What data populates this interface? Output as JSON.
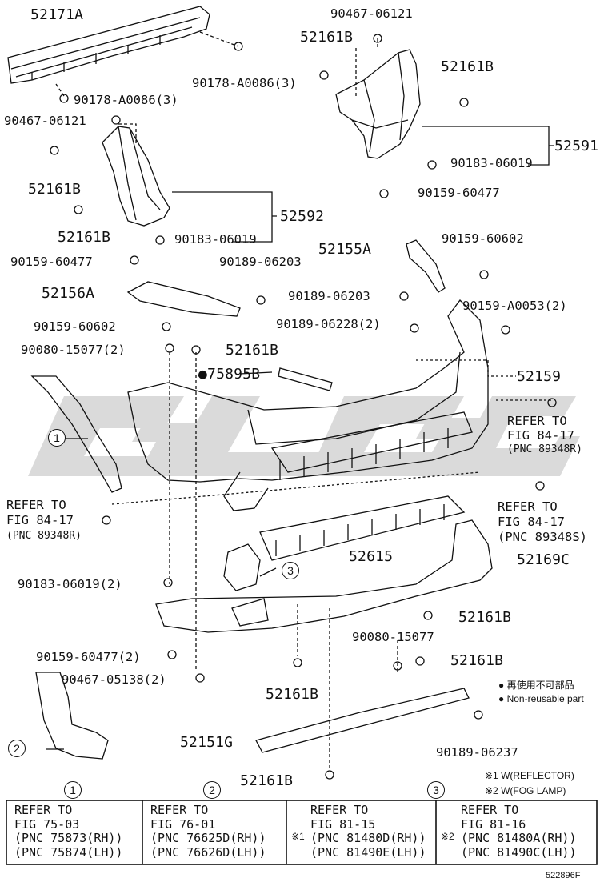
{
  "parts": {
    "p52171A": "52171A",
    "p90178_1": "90178-A0086(3)",
    "p90178_2": "90178-A0086(3)",
    "p90467_top": "90467-06121",
    "p90467_left": "90467-06121",
    "p52161B_a": "52161B",
    "p52161B_b": "52161B",
    "p52161B_c": "52161B",
    "p52161B_d": "52161B",
    "p52161B_e": "52161B",
    "p52161B_f": "52161B",
    "p52161B_g": "52161B",
    "p52161B_h": "52161B",
    "p52161B_i": "52161B",
    "p52591": "52591",
    "p90183_r": "90183-06019",
    "p90159_60477_r": "90159-60477",
    "p52592": "52592",
    "p90183_l": "90183-06019",
    "p90159_60477_l": "90159-60477",
    "p90189_06203_a": "90189-06203",
    "p52155A": "52155A",
    "p90159_60602_r": "90159-60602",
    "p52156A": "52156A",
    "p90189_06203_b": "90189-06203",
    "p90159_A0053": "90159-A0053(2)",
    "p90159_60602_l": "90159-60602",
    "p90189_06228": "90189-06228(2)",
    "p90080_15077_2": "90080-15077(2)",
    "p75895B": "75895B",
    "p52159": "52159",
    "p52615": "52615",
    "p52169C": "52169C",
    "p90183_06019_2": "90183-06019(2)",
    "p90159_60477_2": "90159-60477(2)",
    "p90467_05138": "90467-05138(2)",
    "p90080_15077": "90080-15077",
    "p52151G": "52151G",
    "p90189_06237": "90189-06237"
  },
  "refers": {
    "right1": [
      "REFER TO",
      "FIG 84-17",
      "(PNC 89348R)"
    ],
    "right2": [
      "REFER TO",
      "FIG 84-17",
      "(PNC 89348S)"
    ],
    "left": [
      "REFER TO",
      "FIG 84-17",
      "(PNC 89348R)"
    ]
  },
  "callouts": {
    "c1": "1",
    "c2": "2",
    "c3": "3"
  },
  "legend": {
    "reuse": "再使用不可部品",
    "nonreuse": "Non-reusable part",
    "note1": "※1 W(REFLECTOR)",
    "note2": "※2 W(FOG LAMP)",
    "bullet": "●"
  },
  "tables": [
    {
      "num": "1",
      "lines": [
        "REFER TO",
        "FIG 75-03",
        "(PNC 75873(RH))",
        "(PNC 75874(LH))"
      ],
      "mark": ""
    },
    {
      "num": "2",
      "lines": [
        "REFER TO",
        "FIG 76-01",
        "(PNC 76625D(RH))",
        "(PNC 76626D(LH))"
      ],
      "mark": ""
    },
    {
      "num": "",
      "lines": [
        "REFER TO",
        "FIG 81-15",
        "(PNC 81480D(RH))",
        "(PNC 81490E(LH))"
      ],
      "mark": "※1"
    },
    {
      "num": "3",
      "lines": [
        "REFER TO",
        "FIG 81-16",
        "(PNC 81480A(RH))",
        "(PNC 81490C(LH))"
      ],
      "mark": "※2"
    }
  ],
  "diagram_id": "522896F",
  "watermark": "GLG",
  "colors": {
    "ink": "#111111",
    "watermark": "#d3d3d3"
  }
}
